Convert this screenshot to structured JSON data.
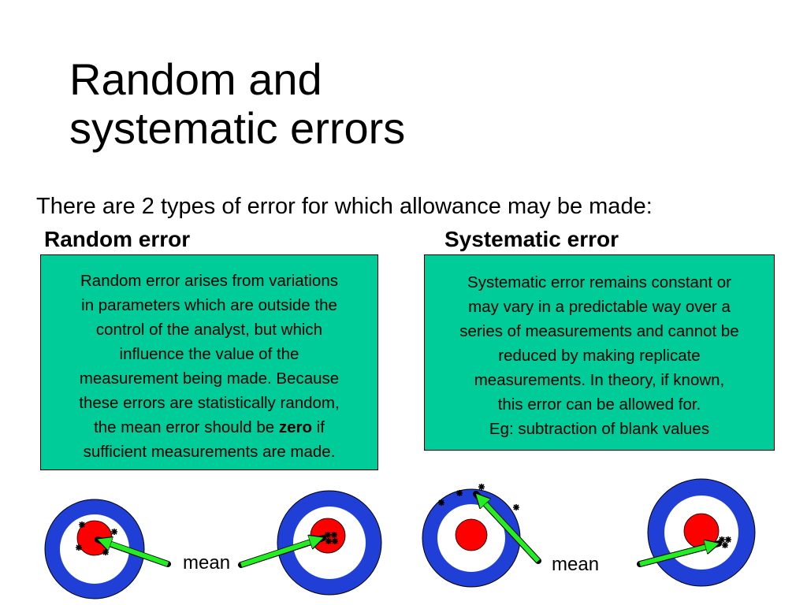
{
  "slide": {
    "title_line1": "Random and",
    "title_line2": "systematic errors",
    "intro": "There are 2 types of error for which allowance may be made:"
  },
  "random": {
    "heading": "Random error",
    "lines": [
      "Random error arises from variations",
      "in parameters which are outside the",
      "control of the analyst, but which",
      "influence the value of the",
      "measurement being made.  Because",
      "these errors are statistically random,"
    ],
    "line7_before": "the mean error should be ",
    "line7_bold": "zero",
    "line7_after": " if",
    "line8": "sufficient measurements are made."
  },
  "systematic": {
    "heading": "Systematic error",
    "lines": [
      "Systematic error remains constant or",
      "may vary in a predictable way over a",
      "series of measurements and cannot be",
      "reduced by making replicate",
      "measurements.  In theory, if known,",
      "this error can be allowed for.",
      "Eg: subtraction of blank values"
    ]
  },
  "labels": {
    "mean_left": "mean",
    "mean_right": "mean"
  },
  "colors": {
    "box_fill": "#00cc99",
    "target_ring": "#1f3fd6",
    "bullseye": "#ff0000",
    "arrow": "#22ee22"
  }
}
